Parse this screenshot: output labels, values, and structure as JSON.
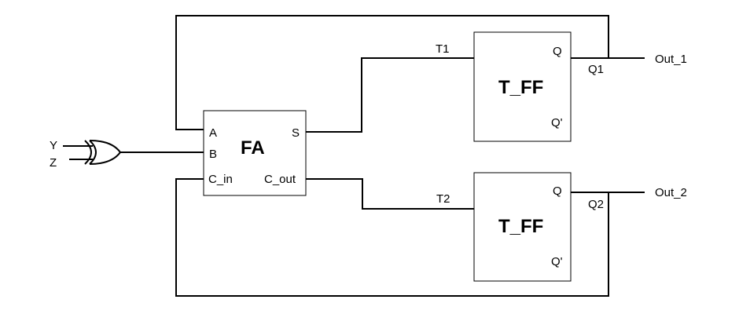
{
  "inputs": {
    "y": "Y",
    "z": "Z"
  },
  "full_adder": {
    "title": "FA",
    "pin_a": "A",
    "pin_b": "B",
    "pin_c_in": "C_in",
    "pin_s": "S",
    "pin_c_out": "C_out"
  },
  "flip_flop_1": {
    "title": "T_FF",
    "pin_q": "Q",
    "pin_q_bar": "Q'"
  },
  "flip_flop_2": {
    "title": "T_FF",
    "pin_q": "Q",
    "pin_q_bar": "Q'"
  },
  "signals": {
    "t1": "T1",
    "t2": "T2",
    "q1": "Q1",
    "q2": "Q2"
  },
  "outputs": {
    "out1": "Out_1",
    "out2": "Out_2"
  }
}
